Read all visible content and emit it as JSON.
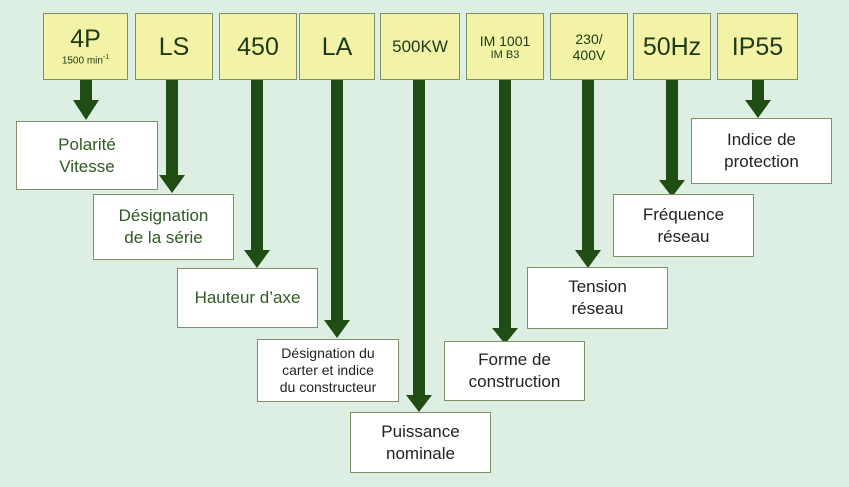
{
  "codes": [
    {
      "main": "4P",
      "sub": "1500 min",
      "sup": "-1"
    },
    {
      "main": "LS"
    },
    {
      "main": "450"
    },
    {
      "main": "LA"
    },
    {
      "main": "500KW"
    },
    {
      "main": "IM 1001",
      "sub": "IM B3"
    },
    {
      "main": "230/",
      "sub": "400V"
    },
    {
      "main": "50Hz"
    },
    {
      "main": "IP55"
    }
  ],
  "labels": [
    {
      "lines": [
        "Polarité",
        "Vitesse"
      ]
    },
    {
      "lines": [
        "Désignation",
        "de la série"
      ]
    },
    {
      "lines": [
        "Hauteur d’axe"
      ]
    },
    {
      "lines": [
        "Désignation du",
        "carter et indice",
        "du constructeur"
      ]
    },
    {
      "lines": [
        "Puissance",
        "nominale"
      ]
    },
    {
      "lines": [
        "Forme de",
        "construction"
      ]
    },
    {
      "lines": [
        "Tension",
        "réseau"
      ]
    },
    {
      "lines": [
        "Fréquence",
        "réseau"
      ]
    },
    {
      "lines": [
        "Indice de",
        "protection"
      ]
    }
  ],
  "colors": {
    "arrow": "#1f4d13",
    "code_box": "#f2f3a6",
    "background": "#dcefe2"
  }
}
